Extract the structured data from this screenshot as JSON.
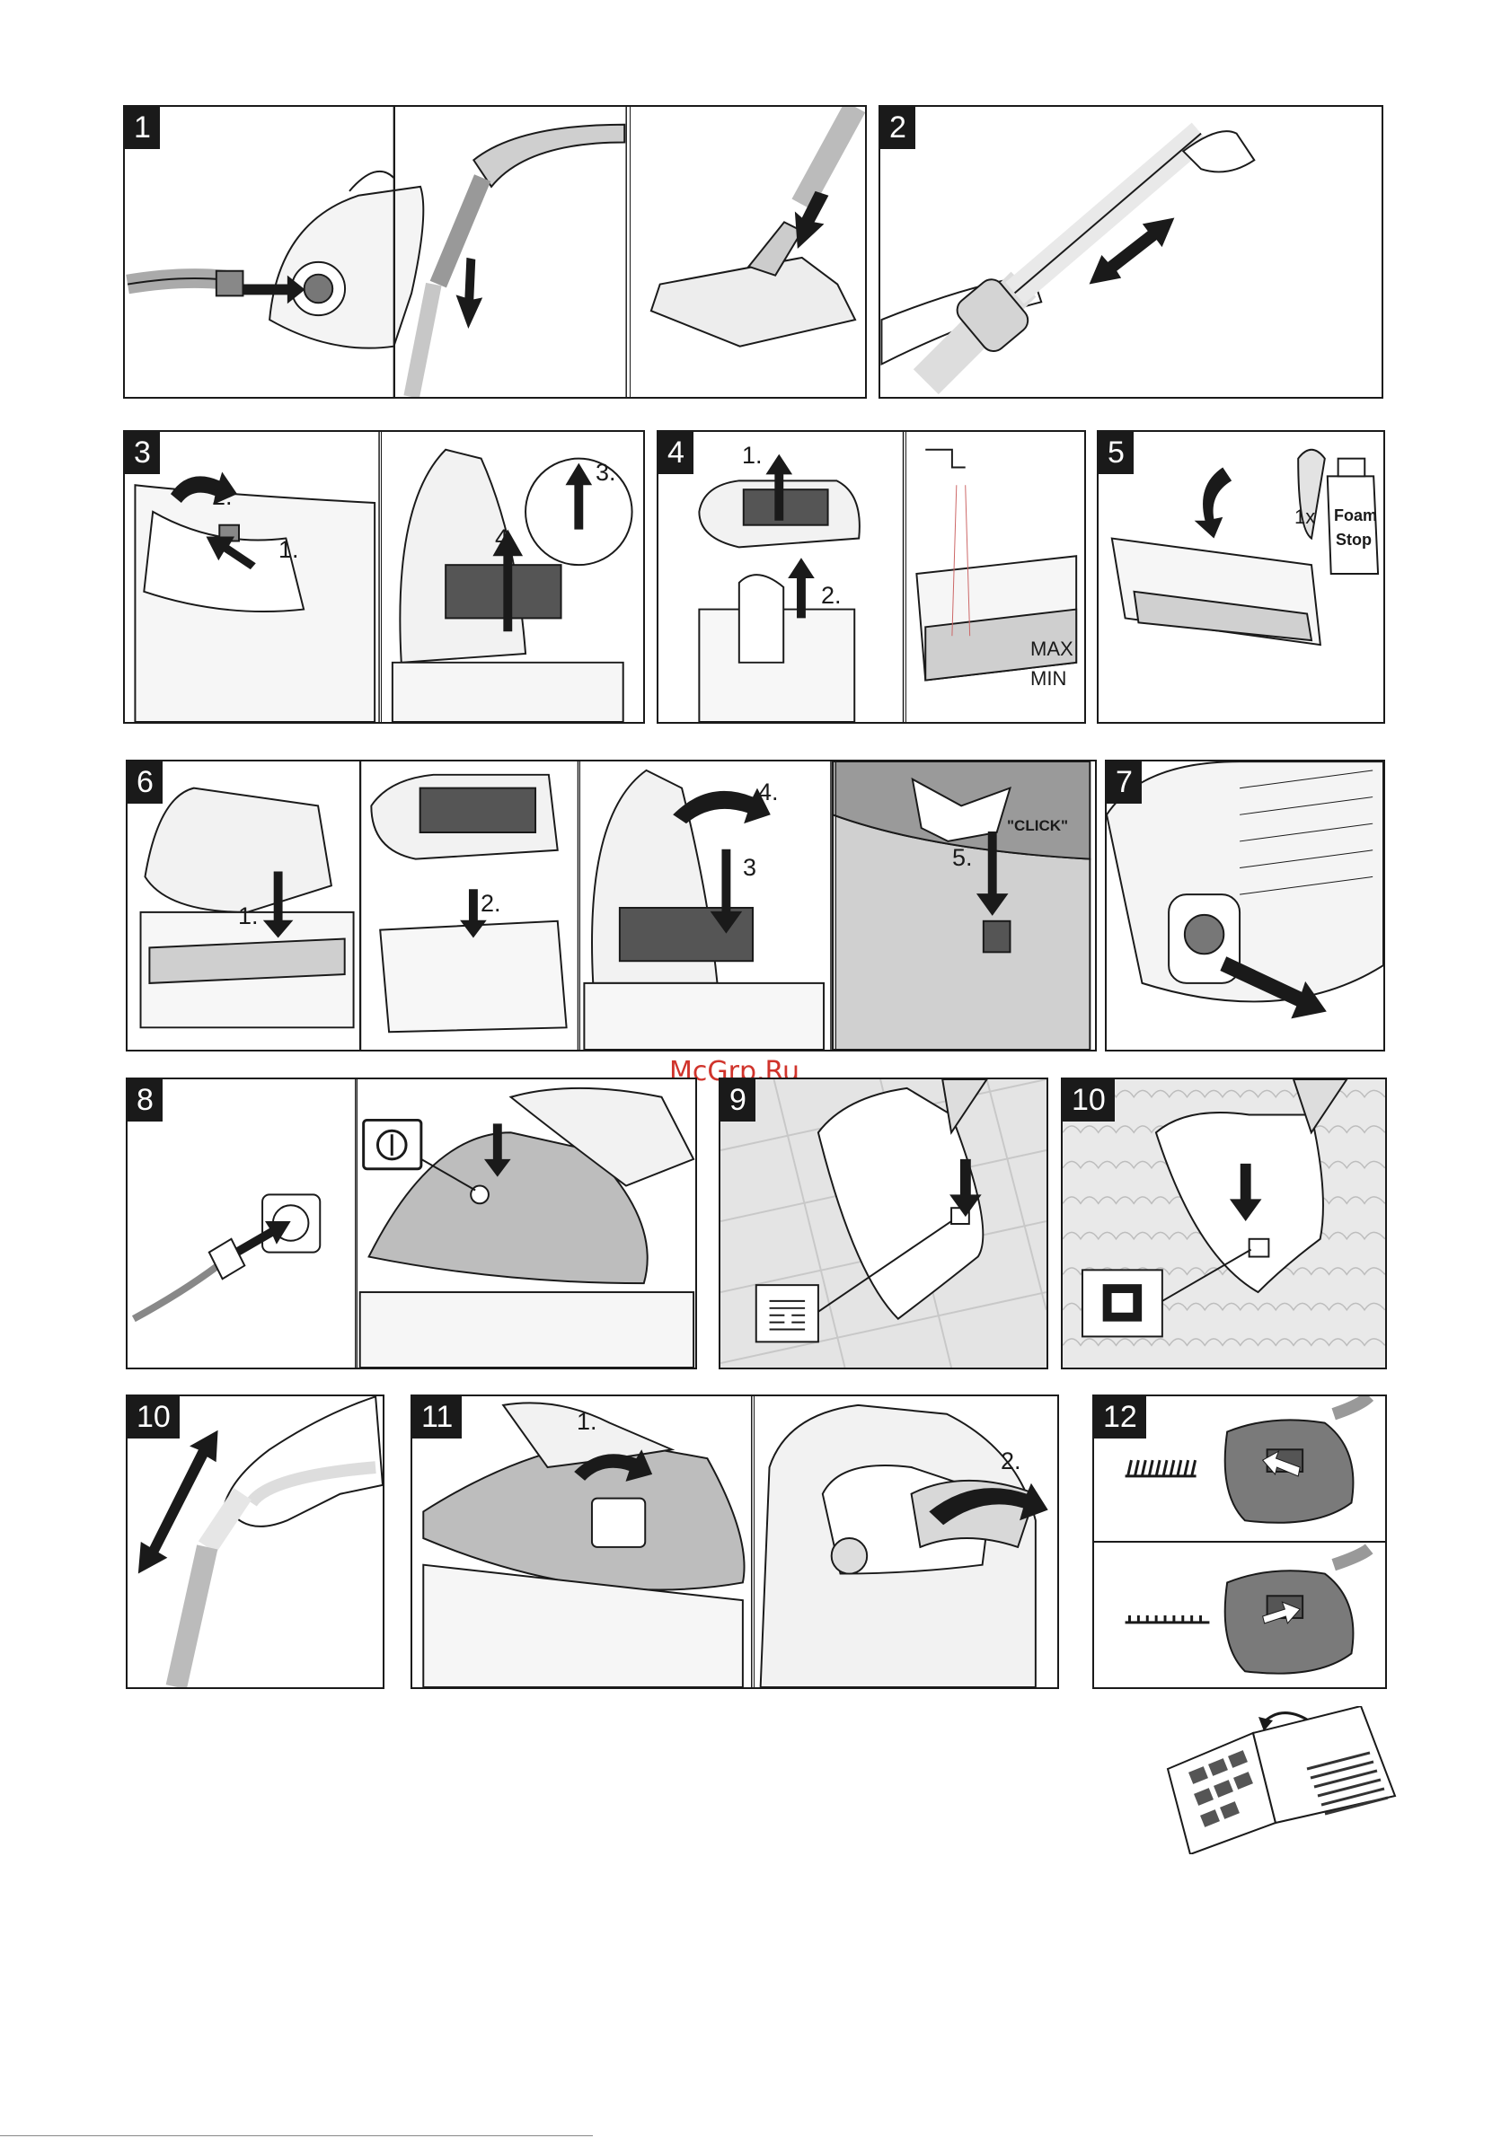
{
  "steps": {
    "s1": "1",
    "s2": "2",
    "s3": "3",
    "s4": "4",
    "s5": "5",
    "s6": "6",
    "s7": "7",
    "s8": "8",
    "s9": "9",
    "s10a": "10",
    "s10b": "10",
    "s11": "11",
    "s12": "12"
  },
  "labels": {
    "p3_step1": "1.",
    "p3_step2": "2.",
    "p3_step3": "3.",
    "p3_step4": "4.",
    "p4_step1": "1.",
    "p4_step2": "2.",
    "p4_max": "MAX",
    "p4_min": "MIN",
    "p5_qty": "1x",
    "p5_product_line1": "Foam",
    "p5_product_line2": "Stop",
    "p6_step1": "1.",
    "p6_step2": "2.",
    "p6_step3": "3",
    "p6_step4": "4.",
    "p6_step5": "5.",
    "p6_click": "\"CLICK\"",
    "p11_step1": "1.",
    "p11_step2": "2."
  },
  "watermark": "McGrp.Ru",
  "icons": [
    "arrow-icon",
    "power-button-icon",
    "hard-floor-icon",
    "carpet-icon",
    "brush-bristles-up-icon",
    "brush-bristles-down-icon",
    "manual-booklet-icon"
  ],
  "colors": {
    "ink": "#1a1a1a",
    "panel_fill": "#bdbdbd",
    "floor": "#e4e4e4",
    "watermark": "#d0342c"
  }
}
